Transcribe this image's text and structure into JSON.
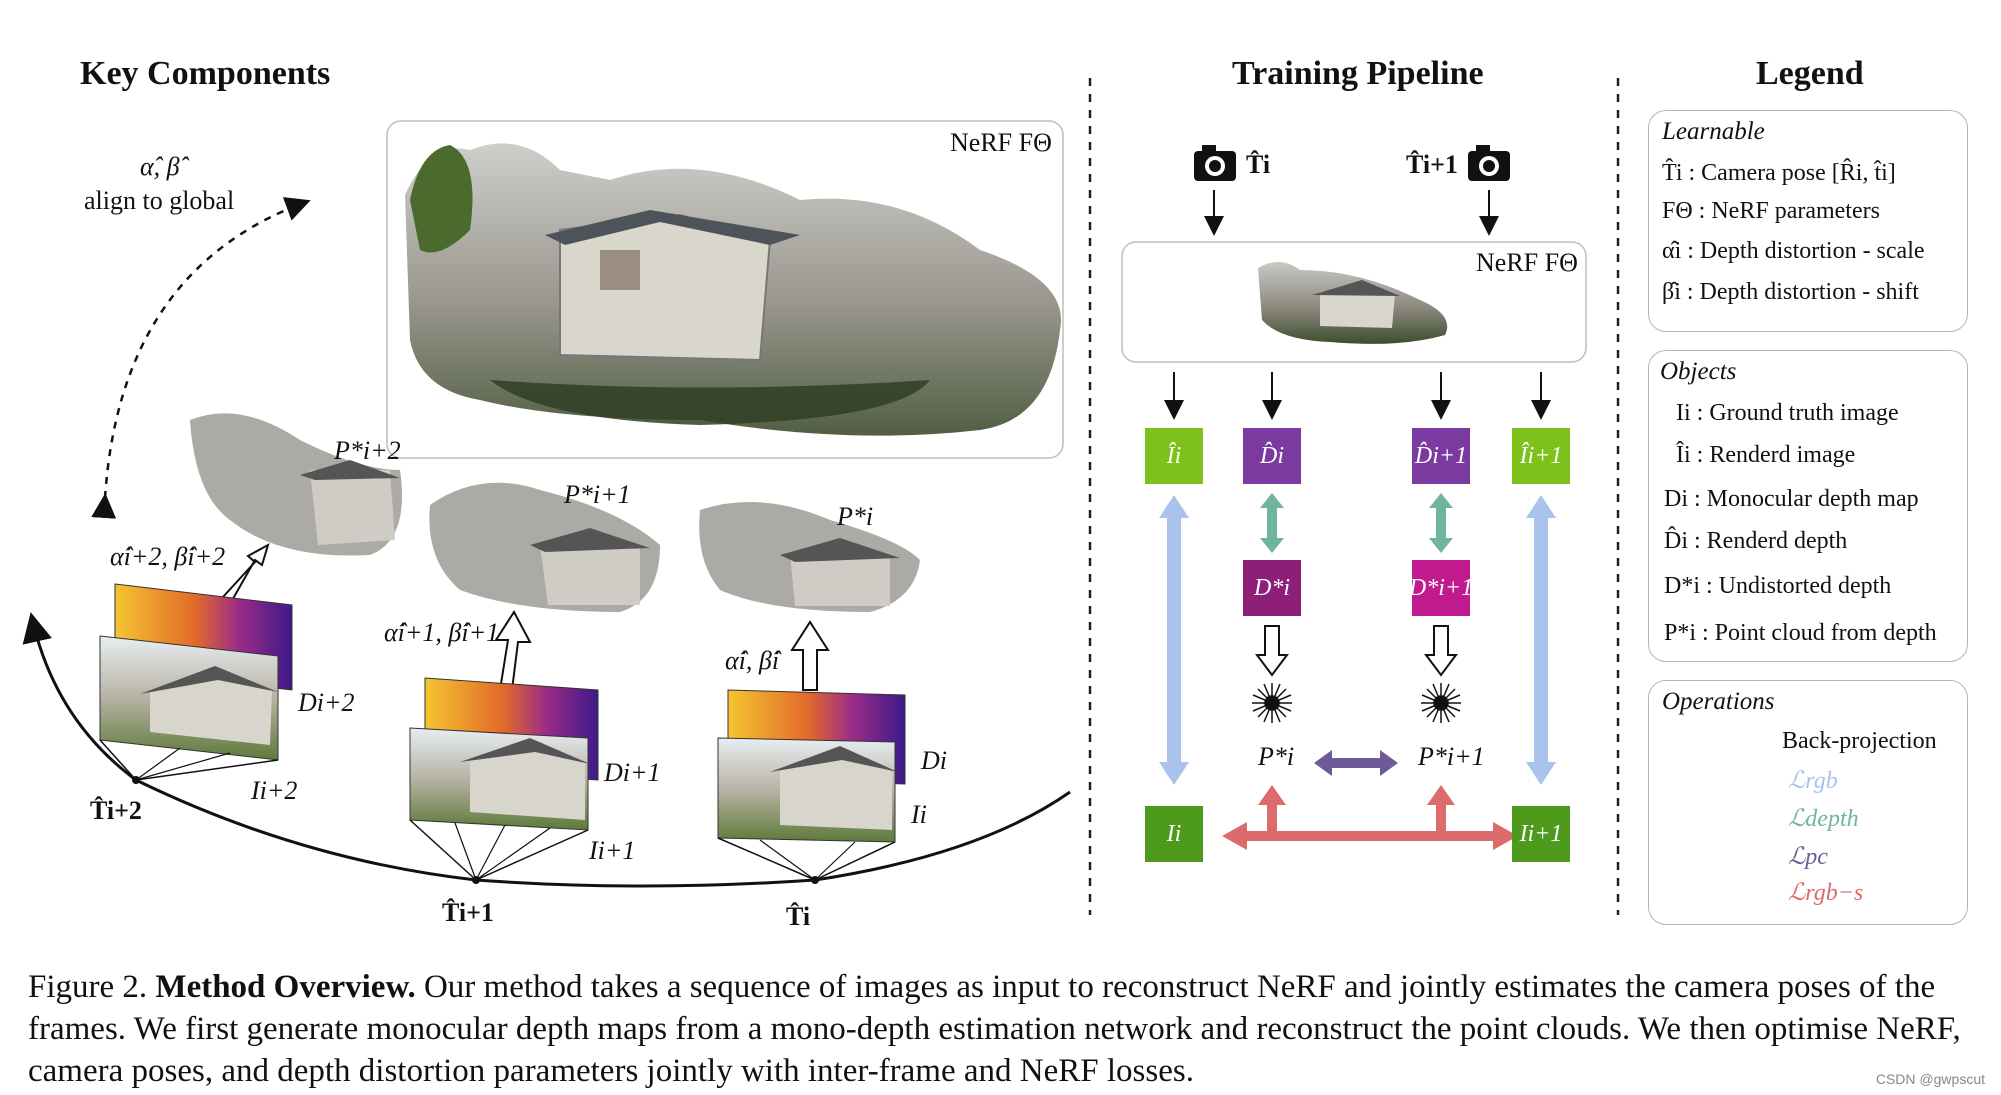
{
  "sections": {
    "key_components": "Key Components",
    "training_pipeline": "Training Pipeline",
    "legend": "Legend"
  },
  "key_components": {
    "align_params": "α̂, β̂",
    "align_text": "align to global",
    "nerf_label": "NeRF FΘ",
    "pointclouds": [
      "P*i+2",
      "P*i+1",
      "P*i"
    ],
    "distortion_params": [
      "α̂i+2, β̂i+2",
      "α̂i+1, β̂i+1",
      "α̂i, β̂i"
    ],
    "depth_maps": [
      "Di+2",
      "Di+1",
      "Di"
    ],
    "images": [
      "Ii+2",
      "Ii+1",
      "Ii"
    ],
    "poses": [
      "T̂i+2",
      "T̂i+1",
      "T̂i"
    ]
  },
  "pipeline": {
    "pose_left": "T̂i",
    "pose_right": "T̂i+1",
    "nerf_label": "NeRF FΘ",
    "rendered_image_left": "Îi",
    "rendered_depth_left": "D̂i",
    "rendered_depth_right": "D̂i+1",
    "rendered_image_right": "Îi+1",
    "undistorted_left": "D*i",
    "undistorted_right": "D*i+1",
    "pc_left": "P*i",
    "pc_right": "P*i+1",
    "gt_left": "Ii",
    "gt_right": "Ii+1",
    "colors": {
      "rendered_image": "#7cc21a",
      "rendered_depth": "#7b3aa0",
      "undistorted_depth": "#8e1f78",
      "undistorted_depth_right": "#c01a8e",
      "gt_image": "#4e9a1c",
      "l_rgb": "#a9c3ec",
      "l_depth": "#6fb59c",
      "l_pc": "#6e5a98",
      "l_rgb_s": "#de6b6b"
    }
  },
  "legend": {
    "learnable": {
      "title": "Learnable",
      "items": [
        "T̂i : Camera pose [R̂i, t̂i]",
        "FΘ : NeRF parameters",
        "α̂i : Depth distortion - scale",
        "β̂i : Depth distortion - shift"
      ]
    },
    "objects": {
      "title": "Objects",
      "items": [
        "Ii : Ground truth image",
        "Îi : Renderd image",
        "Di : Monocular depth map",
        "D̂i : Renderd depth",
        "D*i : Undistorted depth",
        "P*i : Point cloud from depth"
      ]
    },
    "operations": {
      "title": "Operations",
      "items": [
        "Back-projection",
        "ℒrgb",
        "ℒdepth",
        "ℒpc",
        "ℒrgb−s"
      ]
    }
  },
  "caption": {
    "prefix": "Figure 2.",
    "bold": "Method Overview.",
    "text": "Our method takes a sequence of images as input to reconstruct NeRF and jointly estimates the camera poses of the frames. We first generate monocular depth maps from a mono-depth estimation network and reconstruct the point clouds. We then optimise NeRF, camera poses, and depth distortion parameters jointly with inter-frame and NeRF losses."
  },
  "watermark": "CSDN @gwpscut"
}
